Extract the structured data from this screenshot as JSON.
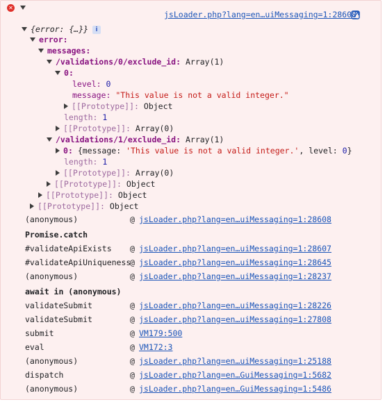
{
  "header": {
    "source_link": "jsLoader.php?lang=en…uiMessaging=1:28608"
  },
  "tree": {
    "root_label": "{error: {…}}",
    "error_key": "error",
    "messages_key": "messages",
    "v0_key": "/validations/0/exclude_id",
    "v0_value": "Array(1)",
    "v0_index": "0",
    "level_key": "level",
    "level_value": "0",
    "message_key": "message",
    "message_value": "\"This value is not a valid integer.\"",
    "proto_key": "[[Prototype]]",
    "proto_object": "Object",
    "proto_array": "Array(0)",
    "length_key": "length",
    "length_value": "1",
    "v1_key": "/validations/1/exclude_id",
    "v1_value": "Array(1)",
    "v1_index": "0",
    "v1_preview_open": "{message: ",
    "v1_preview_msg": "'This value is not a valid integer.'",
    "v1_preview_mid": ", level: ",
    "v1_preview_level": "0",
    "v1_preview_close": "}"
  },
  "stack": [
    {
      "fn": "(anonymous)",
      "at": "@",
      "link": "jsLoader.php?lang=en…uiMessaging=1:28608"
    },
    {
      "section": "Promise.catch"
    },
    {
      "fn": "#validateApiExists",
      "at": "@",
      "link": "jsLoader.php?lang=en…uiMessaging=1:28607"
    },
    {
      "fn": "#validateApiUniqueness",
      "at": "@",
      "link": "jsLoader.php?lang=en…uiMessaging=1:28645"
    },
    {
      "fn": "(anonymous)",
      "at": "@",
      "link": "jsLoader.php?lang=en…uiMessaging=1:28237"
    },
    {
      "section": "await in (anonymous)"
    },
    {
      "fn": "validateSubmit",
      "at": "@",
      "link": "jsLoader.php?lang=en…uiMessaging=1:28226"
    },
    {
      "fn": "validateSubmit",
      "at": "@",
      "link": "jsLoader.php?lang=en…uiMessaging=1:27808"
    },
    {
      "fn": "submit",
      "at": "@",
      "link": "VM179:500"
    },
    {
      "fn": "eval",
      "at": "@",
      "link": "VM172:3"
    },
    {
      "fn": "(anonymous)",
      "at": "@",
      "link": "jsLoader.php?lang=en…uiMessaging=1:25188"
    },
    {
      "fn": "dispatch",
      "at": "@",
      "link": "jsLoader.php?lang=en…GuiMessaging=1:5682"
    },
    {
      "fn": "(anonymous)",
      "at": "@",
      "link": "jsLoader.php?lang=en…GuiMessaging=1:5486"
    }
  ],
  "colors": {
    "background": "#fdf0f0",
    "error_icon": "#e0302a",
    "key": "#881280",
    "number": "#1a1aa6",
    "string": "#c41a16",
    "link": "#1a54b8"
  }
}
